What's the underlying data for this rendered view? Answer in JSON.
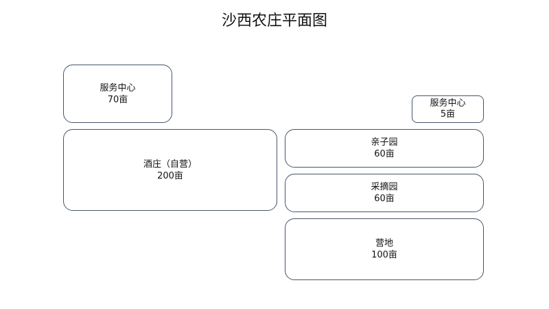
{
  "title": "沙西农庄平面图",
  "colors": {
    "border": "#44546a",
    "text": "#111111",
    "background": "#ffffff"
  },
  "blocks": [
    {
      "name": "服务中心",
      "area": "70亩"
    },
    {
      "name": "酒庄（自营）",
      "area": "200亩"
    },
    {
      "name": "服务中心",
      "area": "5亩"
    },
    {
      "name": "亲子园",
      "area": "60亩"
    },
    {
      "name": "采摘园",
      "area": "60亩"
    },
    {
      "name": "营地",
      "area": "100亩"
    }
  ]
}
